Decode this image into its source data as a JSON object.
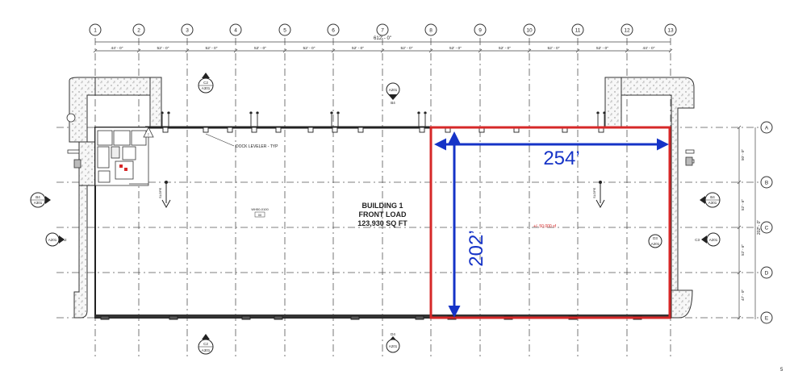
{
  "columns": [
    "1",
    "2",
    "3",
    "4",
    "5",
    "6",
    "7",
    "8",
    "9",
    "10",
    "11",
    "12",
    "13"
  ],
  "rows": [
    "A",
    "B",
    "C",
    "D",
    "E"
  ],
  "overall_dimension": "612' - 0\"",
  "bay_dimensions": [
    "44' - 0\"",
    "52' - 0\"",
    "52' - 0\"",
    "52' - 0\"",
    "52' - 0\"",
    "52' - 0\"",
    "52' - 0\"",
    "52' - 0\"",
    "52' - 0\"",
    "52' - 0\"",
    "52' - 0\"",
    "44' - 0\""
  ],
  "row_dimensions": [
    "50' - 0\"",
    "52' - 6\"",
    "52' - 6\"",
    "47' - 0\""
  ],
  "overall_row_dimension": "202' - 0\"",
  "building": {
    "name": "BUILDING 1",
    "type": "FRONT LOAD",
    "area": "123,930 SQ FT"
  },
  "dock_leveler_label": "DOCK LEVELER - TYP",
  "slope_label": "SLOPE",
  "tag_label": "WH50-0100",
  "tag_sub": "00",
  "callouts": {
    "top": {
      "num": "C2",
      "sheet": "A301"
    },
    "top_center": {
      "num": "",
      "sheet": "A201",
      "below": "B4"
    },
    "bottom": {
      "num": "C2",
      "sheet": "A301"
    },
    "bottom_center": {
      "num": "D4",
      "sheet": "A201"
    },
    "left": {
      "num": "B4",
      "sheet": "A301"
    },
    "left_elev": {
      "sheet": "A201",
      "suffix": "A2"
    },
    "right": {
      "num": "B4",
      "sheet": "A301"
    },
    "right_elev": {
      "sheet": "A201",
      "prefix": "C3"
    },
    "right_inner": {
      "num": "D3",
      "sheet": "A201"
    }
  },
  "highlight": {
    "width_label": "254’",
    "depth_label": "202’",
    "area_note": "+/- 50,000 sf",
    "box_color": "#d62828",
    "arrow_color": "#1533c7"
  },
  "corner_mark": "5"
}
